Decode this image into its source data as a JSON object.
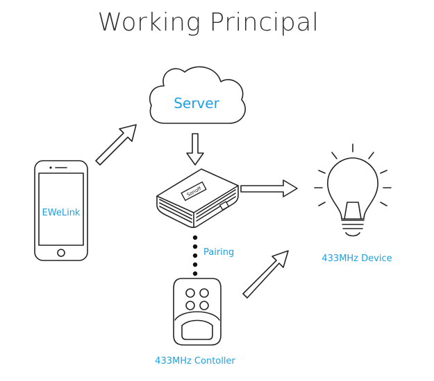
{
  "title": "Working Principal",
  "labels": {
    "server": "Server",
    "app": "EWeLink",
    "pairing": "Pairing",
    "device": "433MHz Device",
    "controller": "433MHz Contoller",
    "hub_brand": "Sonoff"
  },
  "colors": {
    "accent": "#1ba1e2",
    "line": "#222222",
    "title": "#333333"
  }
}
